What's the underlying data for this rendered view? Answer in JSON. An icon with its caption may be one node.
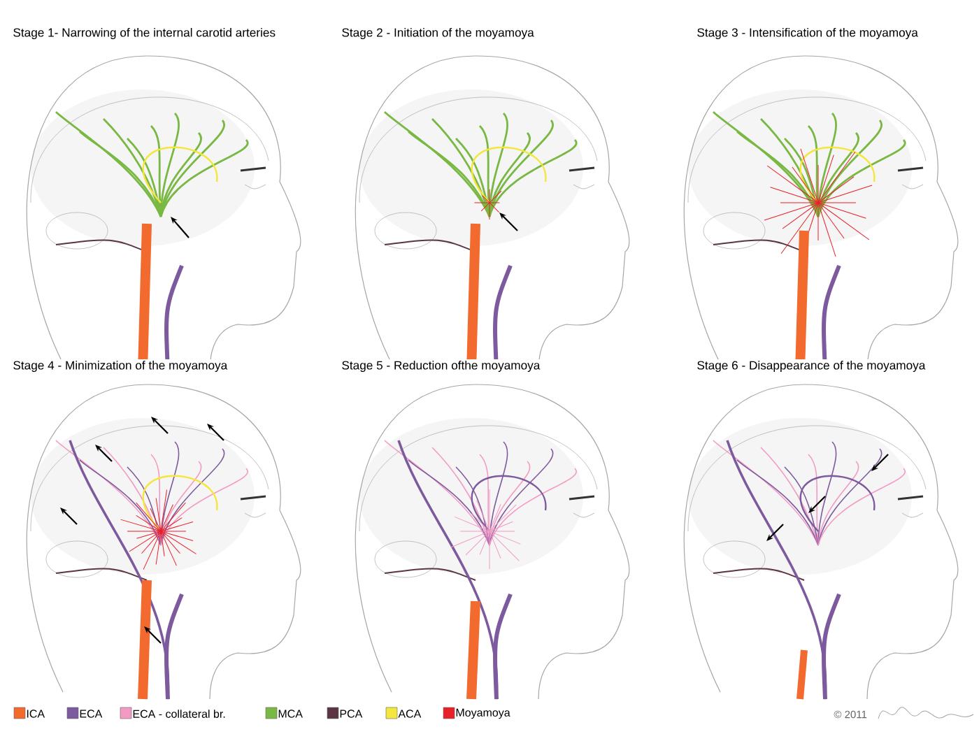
{
  "diagram": {
    "labels": [
      "Stage 1- Narrowing of the internal carotid arteries",
      "Stage 2 - Initiation of the moyamoya",
      "Stage 3 - Intensification of the moyamoya",
      "Stage 4 - Minimization of the moyamoya",
      "Stage 5 - Reduction ofthe moyamoya",
      "Stage 6 - Disappearance of the moyamoya",
      "© 2011"
    ],
    "legend": [
      {
        "text": "ICA",
        "color": "#f26a2e"
      },
      {
        "text": "ECA",
        "color": "#7d5a9e"
      },
      {
        "text": "ECA - collateral br.",
        "color": "#f39ac4"
      },
      {
        "text": "MCA",
        "color": "#79b843"
      },
      {
        "text": "PCA",
        "color": "#5b3446"
      },
      {
        "text": "ACA",
        "color": "#f4e63c"
      },
      {
        "text": "Moyamoya",
        "color": "#e8202a"
      }
    ]
  }
}
